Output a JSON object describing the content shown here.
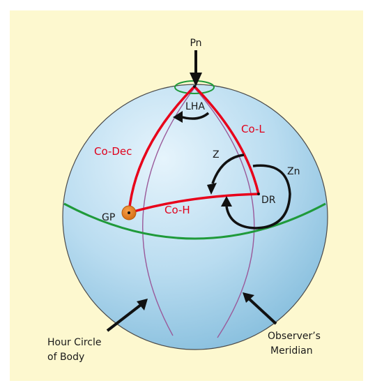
{
  "labels": {
    "pn": "Pn",
    "lha": "LHA",
    "co_l": "Co-L",
    "co_dec": "Co-Dec",
    "z": "Z",
    "zn": "Zn",
    "dr": "DR",
    "gp": "GP",
    "co_h": "Co-H",
    "hour_circle_line1": "Hour Circle",
    "hour_circle_line2": "of Body",
    "meridian_line1": "Observer’s",
    "meridian_line2": "Meridian"
  },
  "colors": {
    "background": "#fdf8cf",
    "sphere_light": "#e6f4fc",
    "sphere_mid": "#b2d8ee",
    "sphere_dark": "#85bedd",
    "sphere_edge": "#4a4a4a",
    "triangle_red": "#e8001a",
    "equator_green": "#1f9a3a",
    "meridian_purple": "#9a5a9a",
    "gp_orange": "#e07818",
    "arrow_black": "#111111"
  }
}
